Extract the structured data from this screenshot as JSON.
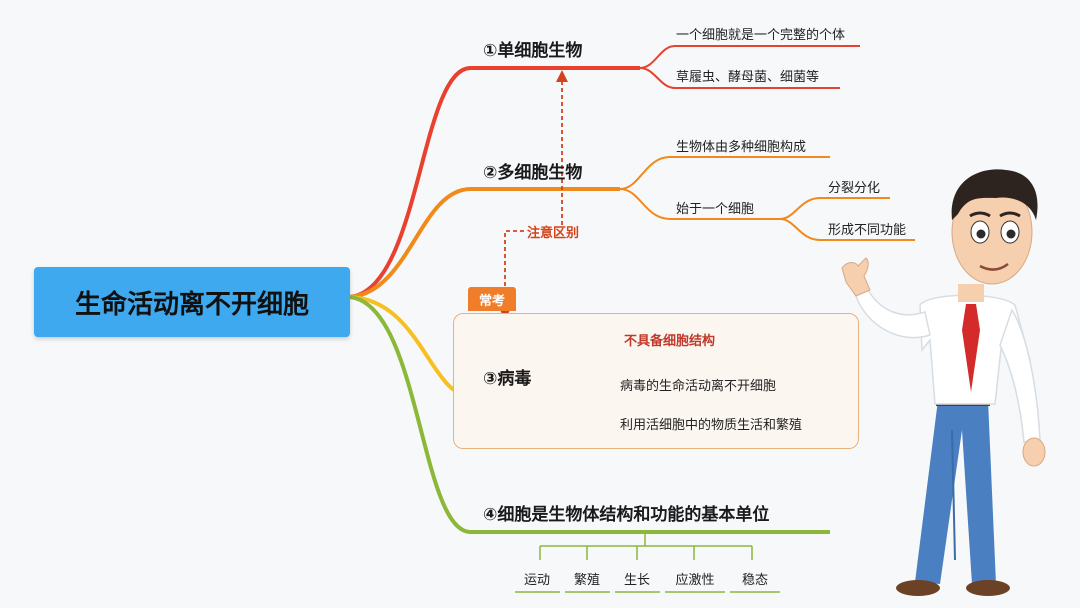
{
  "root": {
    "label": "生命活动离不开细胞"
  },
  "branches": [
    {
      "label": "①单细胞生物",
      "leaves": [
        "一个细胞就是一个完整的个体",
        "草履虫、酵母菌、细菌等"
      ]
    },
    {
      "label": "②多细胞生物",
      "leaves": [
        "生物体由多种细胞构成",
        "始于一个细胞"
      ],
      "subleaves": [
        "分裂分化",
        "形成不同功能"
      ]
    },
    {
      "label": "③病毒",
      "leaves": [
        "不具备细胞结构",
        "病毒的生命活动离不开细胞",
        "利用活细胞中的物质生活和繁殖"
      ]
    },
    {
      "label": "④细胞是生物体结构和功能的基本单位",
      "leaves": [
        "运动",
        "繁殖",
        "生长",
        "应激性",
        "稳态"
      ]
    }
  ],
  "annotation": {
    "label": "注意区别"
  },
  "tag": {
    "label": "常考"
  },
  "colors": {
    "root": "#3ea9ee",
    "branch1": "#e8412f",
    "branch2": "#f08a1c",
    "branch3": "#f6c022",
    "branch4": "#8cb83a",
    "highlight": "#d4441c"
  }
}
